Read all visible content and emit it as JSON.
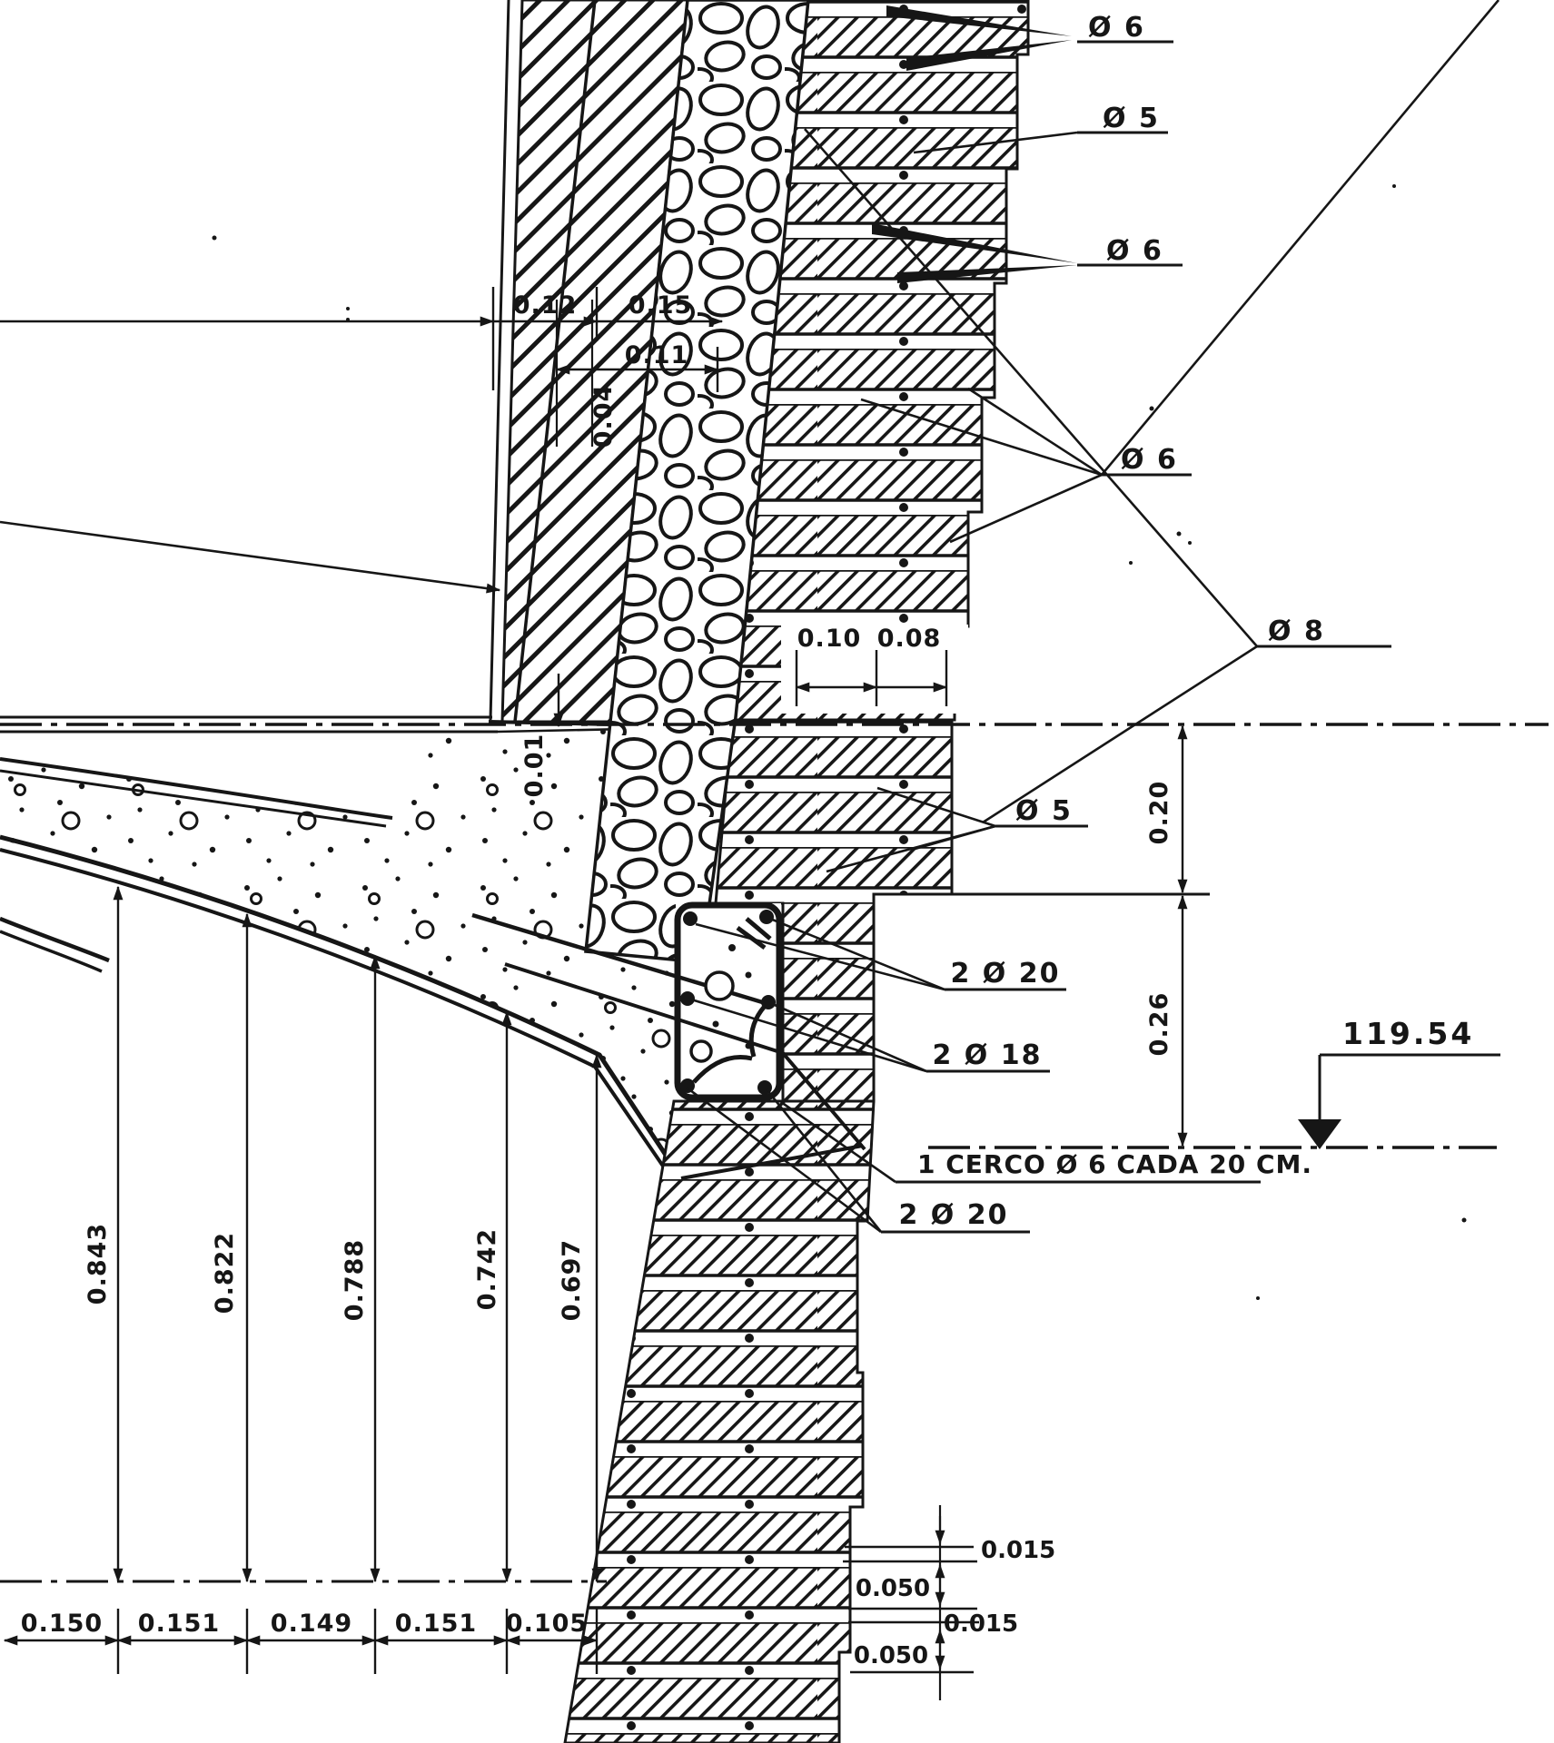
{
  "drawing_type": "reinforced masonry wall / slab construction detail section",
  "callouts": {
    "phi6_top": "Ø 6",
    "phi5_top": "Ø 5",
    "phi6_mid": "Ø 6",
    "phi6_lower": "Ø 6",
    "phi8": "Ø 8",
    "phi5_lower": "Ø 5",
    "bars_2d20_top": "2 Ø 20",
    "bars_2d18": "2 Ø 18",
    "stirrup_note": "1 CERCO Ø 6 CADA 20 CM.",
    "bars_2d20_bottom": "2 Ø 20"
  },
  "dims": {
    "wall_outer": "0.12",
    "wall_stone": "0.15",
    "stone_width": "0.11",
    "plaster": "0.04",
    "brick_a": "0.10",
    "brick_b": "0.08",
    "gap": "0.01",
    "level_offset": "0.20",
    "beam_depth": "0.26",
    "heights": [
      "0.843",
      "0.822",
      "0.788",
      "0.742",
      "0.697"
    ],
    "spacings": [
      "0.150",
      "0.151",
      "0.149",
      "0.151",
      "0.105"
    ],
    "course_detail": [
      "0.015",
      "0.050",
      "0.015",
      "0.050"
    ]
  },
  "elevation": {
    "value": "119.54"
  }
}
